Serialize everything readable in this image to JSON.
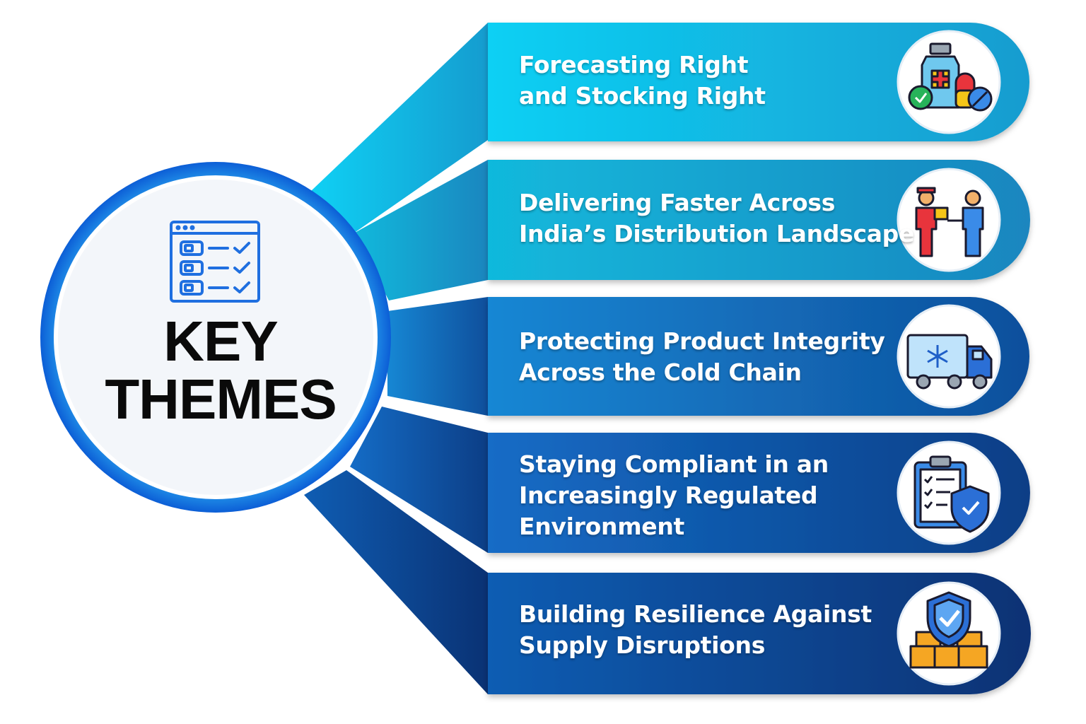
{
  "hub": {
    "title_line1": "KEY",
    "title_line2": "THEMES",
    "icon": "checklist-window-icon"
  },
  "themes": [
    {
      "line1": "Forecasting Right",
      "line2": "and Stocking Right",
      "icon": "medicine-stock-icon",
      "color": "#12b8e2"
    },
    {
      "line1": "Delivering Faster Across",
      "line2": "India’s Distribution Landscape",
      "icon": "delivery-handover-icon",
      "color": "#16a6cf"
    },
    {
      "line1": "Protecting Product Integrity",
      "line2": "Across the Cold Chain",
      "icon": "refrigerated-truck-icon",
      "color": "#1173c2"
    },
    {
      "line1": "Staying Compliant in an",
      "line2": "Increasingly Regulated",
      "line3": "Environment",
      "icon": "compliance-clipboard-shield-icon",
      "color": "#0f5aa8"
    },
    {
      "line1": "Building Resilience Against",
      "line2": "Supply Disruptions",
      "icon": "shield-boxes-icon",
      "color": "#0d468f"
    }
  ]
}
